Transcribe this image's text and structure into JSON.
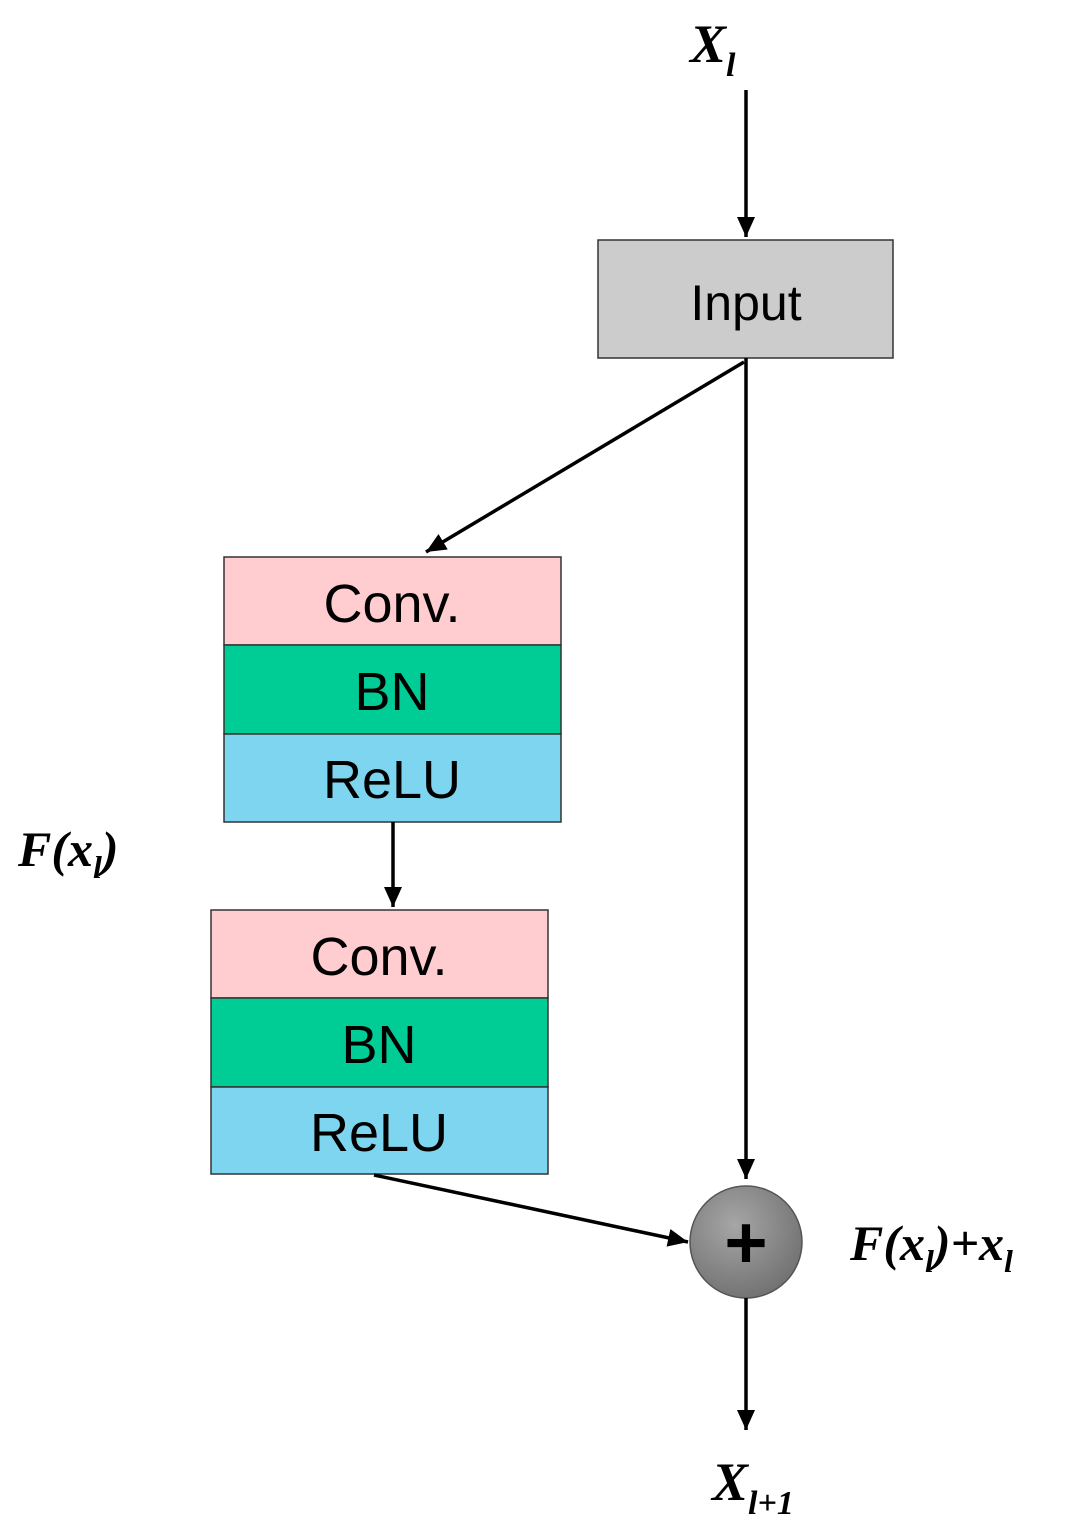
{
  "input_label": {
    "main": "X",
    "sub": "l"
  },
  "output_label": {
    "main": "X",
    "sub": "l+1"
  },
  "input_box": {
    "label": "Input",
    "color": "#cccccc"
  },
  "block_1": {
    "layers": [
      {
        "label": "Conv.",
        "color": "#ffccd0"
      },
      {
        "label": "BN",
        "color": "#00cc96"
      },
      {
        "label": "ReLU",
        "color": "#7dd5ef"
      }
    ]
  },
  "block_2": {
    "layers": [
      {
        "label": "Conv.",
        "color": "#ffccd0"
      },
      {
        "label": "BN",
        "color": "#00cc96"
      },
      {
        "label": "ReLU",
        "color": "#7dd5ef"
      }
    ]
  },
  "residual_label": {
    "pre": "F(x",
    "sub": "l",
    "post": ")"
  },
  "sum_label": {
    "pre": "F(x",
    "sub1": "l",
    "mid": ")+x",
    "sub2": "l"
  },
  "adder": {
    "symbol": "+",
    "color": "#808080"
  }
}
